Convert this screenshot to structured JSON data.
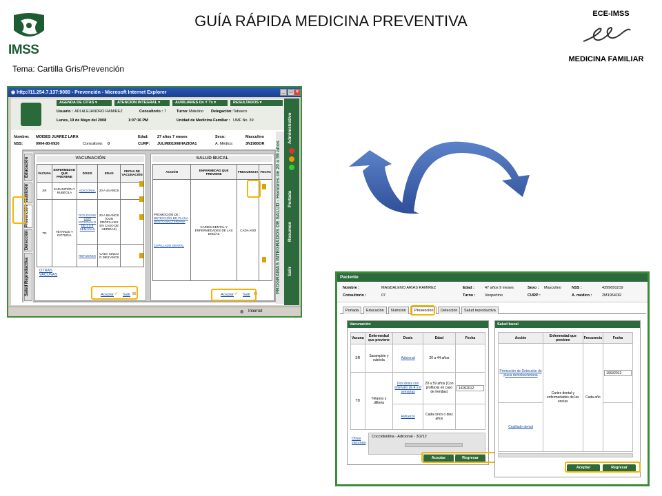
{
  "header": {
    "title": "GUÍA RÁPIDA MEDICINA PREVENTIVA",
    "org_logo_text": "IMSS",
    "top_right": "ECE-IMSS",
    "specialty": "MEDICINA FAMILIAR",
    "topic": "Tema: Cartilla Gris/Prevención"
  },
  "old_ui": {
    "window_title": "http://11.254.7.137:9080 - Prevención - Microsoft Internet Explorer",
    "status": "Internet",
    "menus": [
      "AGENDA DE CITAS",
      "ATENCION INTEGRAL",
      "AUXILIARES Dx Y Tx",
      "RESULTADOS"
    ],
    "user_label": "Usuario :",
    "user": "ADI ALEJANDRO RAMIREZ",
    "consultorio_label": "Consultorio :",
    "consultorio": "7",
    "turno_label": "Turno:",
    "turno": "Matutino",
    "delegacion_label": "Delegación:",
    "delegacion": "Tabasco",
    "date": "Lunes, 19 de Mayo del 2008",
    "time": "1:07:16 PM",
    "umf_label": "Unidad de Medicina Familiar :",
    "umf": "UMF No. 39",
    "nombre_label": "Nombre:",
    "nombre": "MOISES JUAREZ LARA",
    "edad_label": "Edad:",
    "edad": "27 años 7 meses",
    "sexo_label": "Sexo:",
    "sexo": "Masculino",
    "nss_label": "NSS:",
    "nss": "0904-80-0920",
    "cons2_label": "Consultorio:",
    "cons2": "0",
    "curp_label": "CURP:",
    "curp": "JULM801008HAZIOA1",
    "amed_label": "A. Médico:",
    "amed": "3N1980OR",
    "side_texts": [
      "Administrativo",
      "Portada",
      "Resumen",
      "Salir"
    ],
    "big_side": "PROGRAMAS INTEGRADOS DE SALUD - Hombres de 20 a 59 años",
    "vtabs": [
      "Educación",
      "Nutrición",
      "Prevención",
      "Detección",
      "Salud Reproductiva"
    ],
    "vac_title": "VACUNACIÓN",
    "sb_title": "SALUD BUCAL",
    "vac_cols": [
      "VACUNA",
      "ENFERMEDAD QUE PREVIENE",
      "DOSIS",
      "EDAD",
      "FECHA DE VACUNACIÓN"
    ],
    "sb_cols": [
      "ACCIÓN",
      "ENFERMEDAD QUE PREVIENE",
      "FRECUENCIA",
      "FECHA"
    ],
    "vac_rows": [
      {
        "vacuna": "SR",
        "enf": "SARAMPIÓN Y RUBÉOLA",
        "dosis": "ADICIONAL",
        "edad": "20 A 44 AÑOS"
      },
      {
        "vacuna": "TD",
        "enf": "TÉTANOS Y DIFTERIA",
        "dosis": "DOS DOSIS CON INTERVALO DE 4 A 8 SEMANAS",
        "edad": "20 A 59 AÑOS (CON PROFILAXIS EN CASO DE HERIDAS)"
      },
      {
        "dosis": "REFUERZO",
        "edad": "CADA CINCO O DIEZ AÑOS"
      }
    ],
    "otras": "OTRAS VACUNAS",
    "sb_acc1": "PROMOCIÓN DE :",
    "sb_acc2": "DETECCIÓN DE PLACA DENTO BACTERIANA",
    "sb_acc3": "CEPILLADO DENTAL",
    "sb_enf": "CARIES DENTAL Y ENFERMEDADES DE LAS ENCÍAS",
    "sb_freq": "CADA AÑO",
    "aceptar": "Aceptar",
    "salir": "Salir"
  },
  "new_ui": {
    "header": "Paciente",
    "nombre_label": "Nombre :",
    "nombre": "MAGDALENO ARIAS RAMIREZ",
    "consultorio_label": "Consultorio :",
    "consultorio": "07",
    "edad_label": "Edad :",
    "edad": "47 años 9 meses",
    "turno_label": "Turno :",
    "turno": "Vespertino",
    "sexo_label": "Sexo :",
    "sexo": "Masculino",
    "curp_label": "CURP :",
    "curp": "",
    "nss_label": "NSS :",
    "nss": "4399650219",
    "amed_label": "A. médico :",
    "amed": "2M1964OR",
    "tabs": [
      "Portada",
      "Educación",
      "Nutrición",
      "Prevención",
      "Detección",
      "Salud reproductiva"
    ],
    "vac_title": "Vacunación",
    "sb_title": "Salud bucal",
    "vac_cols": [
      "Vacuna",
      "Enfermedad que previene",
      "Dosis",
      "Edad",
      "Fecha"
    ],
    "sb_cols": [
      "Acción",
      "Enfermedad que previene",
      "Frecuencia",
      "Fecha"
    ],
    "vac_rows": [
      {
        "vacuna": "SR",
        "enf": "Sarampión y rubéola",
        "dosis": "Adicional",
        "edad": "20 a 44 años",
        "fecha": ""
      },
      {
        "vacuna": "TD",
        "enf": "Tétanos y difteria",
        "dosis": "Dos dosis con intervalo de 4 a 8 semanas",
        "edad": "20 a 59 años (Con profilaxis en caso de heridas)",
        "fecha": "1/03/2012"
      },
      {
        "dosis": "Refuerzo",
        "edad": "Cada cinco o diez años",
        "fecha": ""
      }
    ],
    "otras": "Otras vacunas",
    "other_vaccine_row": "Coccidioidina - Adicional - 3/2/12",
    "sb_acc1": "Promoción de Detección de placa dentobacteriana",
    "sb_acc2": "Cepillado dental",
    "sb_enf": "Caries dental y enfermedades de las encías",
    "sb_freq": "Cada año",
    "sb_fecha": "1/03/2012",
    "aceptar": "Aceptar",
    "regresar": "Regresar"
  },
  "colors": {
    "imss_green": "#1e5c34",
    "arrow_blue": "#3a5fb0",
    "highlight": "#f4b400"
  }
}
